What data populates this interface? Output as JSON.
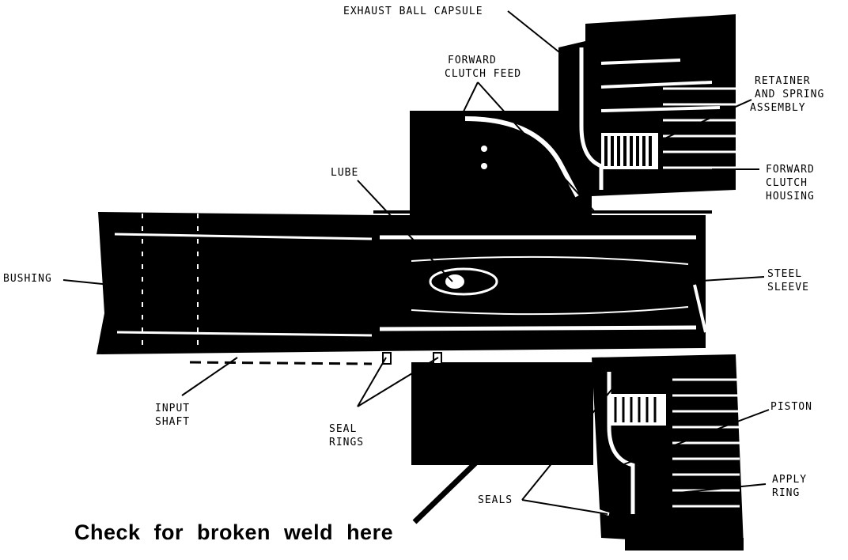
{
  "labels": {
    "exhaust_ball_capsule": "EXHAUST BALL CAPSULE",
    "forward_clutch_feed": [
      "FORWARD",
      "CLUTCH FEED"
    ],
    "retainer_spring": [
      "RETAINER",
      "AND SPRING",
      "ASSEMBLY"
    ],
    "forward_clutch_housing": [
      "FORWARD",
      "CLUTCH",
      "HOUSING"
    ],
    "lube": "LUBE",
    "bushing": "BUSHING",
    "steel_sleeve": [
      "STEEL",
      "SLEEVE"
    ],
    "input_shaft": [
      "INPUT",
      "SHAFT"
    ],
    "seal_rings": [
      "SEAL",
      "RINGS"
    ],
    "piston": "PISTON",
    "apply_ring": [
      "APPLY",
      "RING"
    ],
    "seals": "SEALS"
  },
  "callout": "Check for broken weld here",
  "colors": {
    "ink": "#000000",
    "paper": "#ffffff"
  }
}
